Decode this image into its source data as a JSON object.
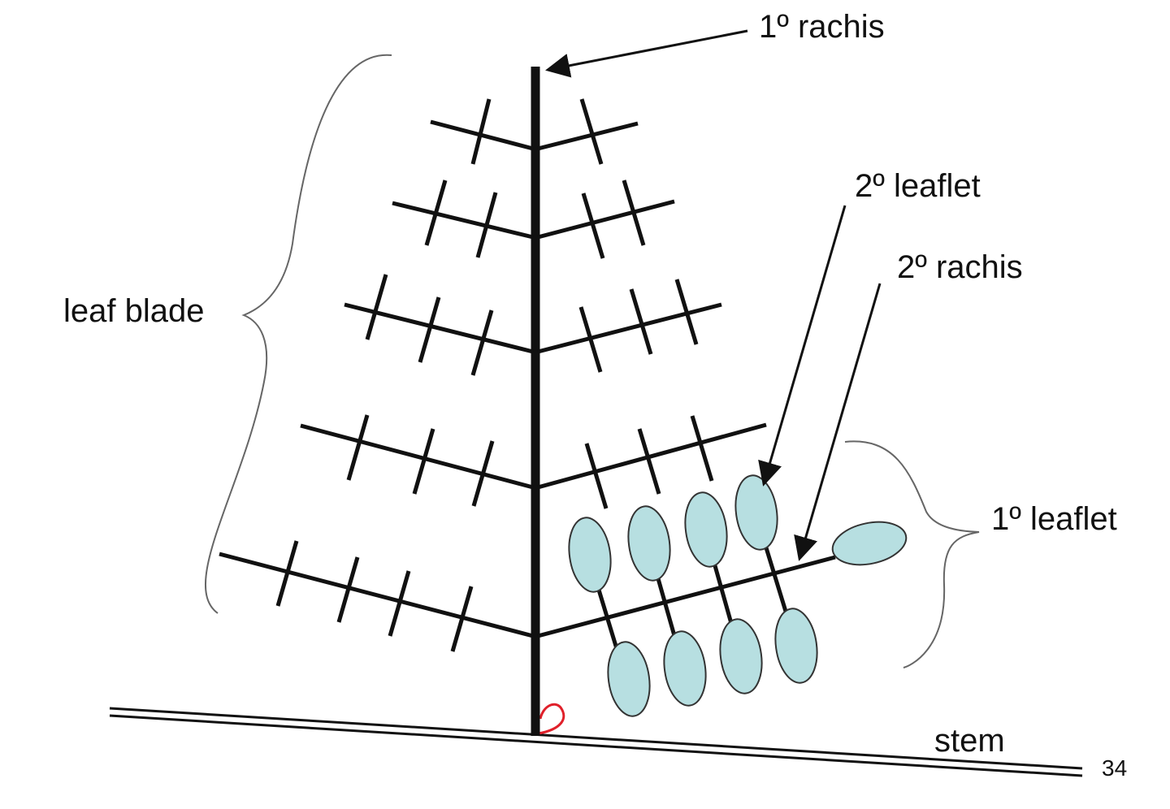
{
  "labels": {
    "primary_rachis": "1º rachis",
    "secondary_leaflet": "2º leaflet",
    "secondary_rachis": "2º rachis",
    "leaf_blade": "leaf blade",
    "primary_leaflet": "1º leaflet",
    "stem": "stem",
    "page_number": "34"
  },
  "colors": {
    "ink": "#111111",
    "leaflet_fill": "#b7dfe1",
    "leaflet_stroke": "#333333",
    "brace": "#666666",
    "stipule": "#e0202a"
  }
}
